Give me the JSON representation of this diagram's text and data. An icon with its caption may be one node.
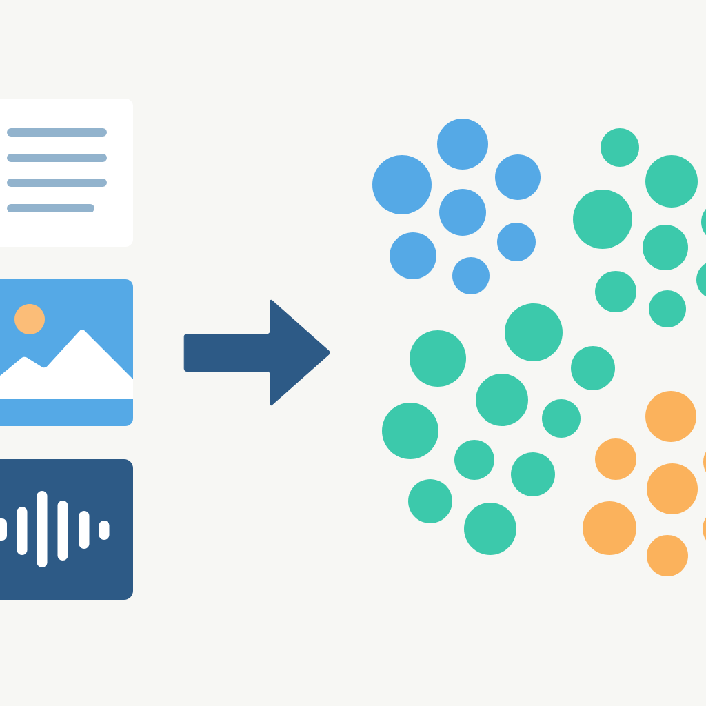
{
  "diagram": {
    "nodes": [
      {
        "text": [],
        "shape": "picture"
      },
      {
        "text": [],
        "shape": "picture"
      },
      {
        "text": [],
        "shape": "picture"
      },
      {
        "text": [],
        "shape": "picture"
      }
    ],
    "edges": [
      {
        "from": 1,
        "to": 3,
        "arrow": "to"
      }
    ]
  }
}
